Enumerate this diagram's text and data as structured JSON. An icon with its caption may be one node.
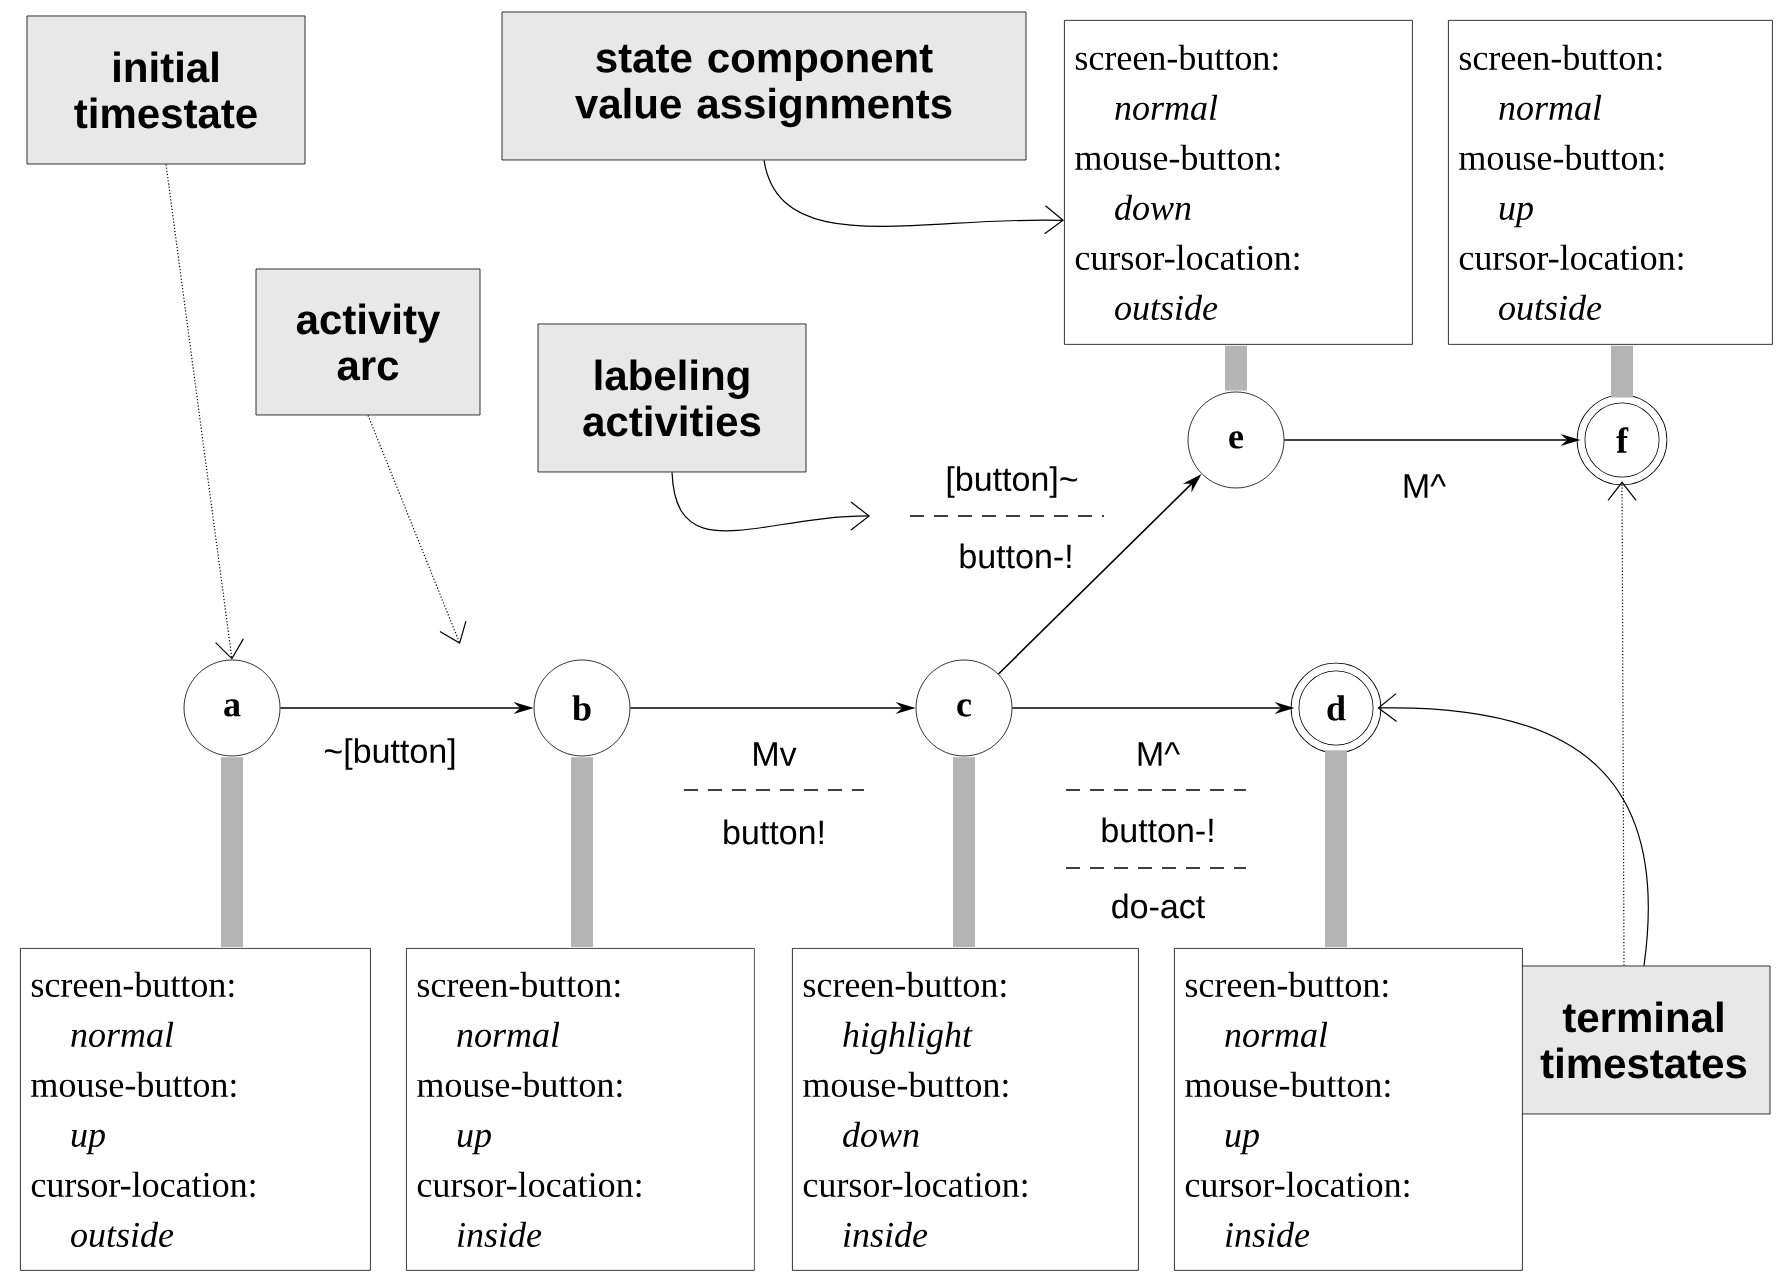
{
  "diagram": {
    "nodes": [
      {
        "text": [
          "initial timestate"
        ]
      },
      {
        "text": [
          "activity arc"
        ]
      },
      {
        "text": [
          "labeling activities"
        ]
      },
      {
        "text": [
          "state component value assignments"
        ]
      },
      {
        "text": [
          "terminal timestates"
        ]
      },
      {
        "text": [
          "a"
        ]
      },
      {
        "text": [
          "b"
        ]
      },
      {
        "text": [
          "c"
        ]
      },
      {
        "text": [
          "d"
        ]
      },
      {
        "text": [
          "e"
        ]
      },
      {
        "text": [
          "f"
        ]
      },
      {
        "text": [
          "screen-button:",
          "normal",
          "mouse-button:",
          "up",
          "cursor-location:",
          "outside"
        ]
      },
      {
        "text": [
          "screen-button:",
          "normal",
          "mouse-button:",
          "up",
          "cursor-location:",
          "inside"
        ]
      },
      {
        "text": [
          "screen-button:",
          "highlight",
          "mouse-button:",
          "down",
          "cursor-location:",
          "inside"
        ]
      },
      {
        "text": [
          "screen-button:",
          "normal",
          "mouse-button:",
          "up",
          "cursor-location:",
          "inside"
        ]
      },
      {
        "text": [
          "screen-button:",
          "normal",
          "mouse-button:",
          "down",
          "cursor-location:",
          "outside"
        ]
      },
      {
        "text": [
          "screen-button:",
          "normal",
          "mouse-button:",
          "up",
          "cursor-location:",
          "outside"
        ]
      }
    ],
    "edges": [
      {
        "from": 5,
        "to": 6,
        "arrow": "to",
        "label": "~[button]"
      },
      {
        "from": 6,
        "to": 7,
        "arrow": "to",
        "label": "Mv"
      },
      {
        "from": 7,
        "to": 8,
        "arrow": "to",
        "label": "M^"
      },
      {
        "from": 7,
        "to": 9,
        "arrow": "to",
        "label": "[button]~"
      },
      {
        "from": 9,
        "to": 10,
        "arrow": "to",
        "label": "M^"
      },
      {
        "from": 11,
        "to": 5,
        "arrow": "none",
        "style": "thick",
        "color": "#b4b4b4"
      },
      {
        "from": 12,
        "to": 6,
        "arrow": "none",
        "style": "thick",
        "color": "#b4b4b4"
      },
      {
        "from": 13,
        "to": 7,
        "arrow": "none",
        "style": "thick",
        "color": "#b4b4b4"
      },
      {
        "from": 14,
        "to": 8,
        "arrow": "none",
        "style": "thick",
        "color": "#b4b4b4"
      },
      {
        "from": 15,
        "to": 9,
        "arrow": "none",
        "style": "thick",
        "color": "#b4b4b4"
      },
      {
        "from": 16,
        "to": 10,
        "arrow": "none",
        "style": "thick",
        "color": "#b4b4b4"
      },
      {
        "from": 0,
        "to": 5,
        "arrow": "to",
        "style": "dashed"
      },
      {
        "from": 1,
        "to": null,
        "arrow": "to",
        "style": "dashed"
      },
      {
        "from": 2,
        "to": null,
        "arrow": "to"
      },
      {
        "from": 3,
        "to": 15,
        "arrow": "to"
      },
      {
        "from": 4,
        "to": 8,
        "arrow": "to"
      },
      {
        "from": 4,
        "to": 10,
        "arrow": "to",
        "style": "dashed"
      }
    ],
    "labels": [
      "button-!",
      "button!",
      "button-!",
      "do-act"
    ]
  }
}
